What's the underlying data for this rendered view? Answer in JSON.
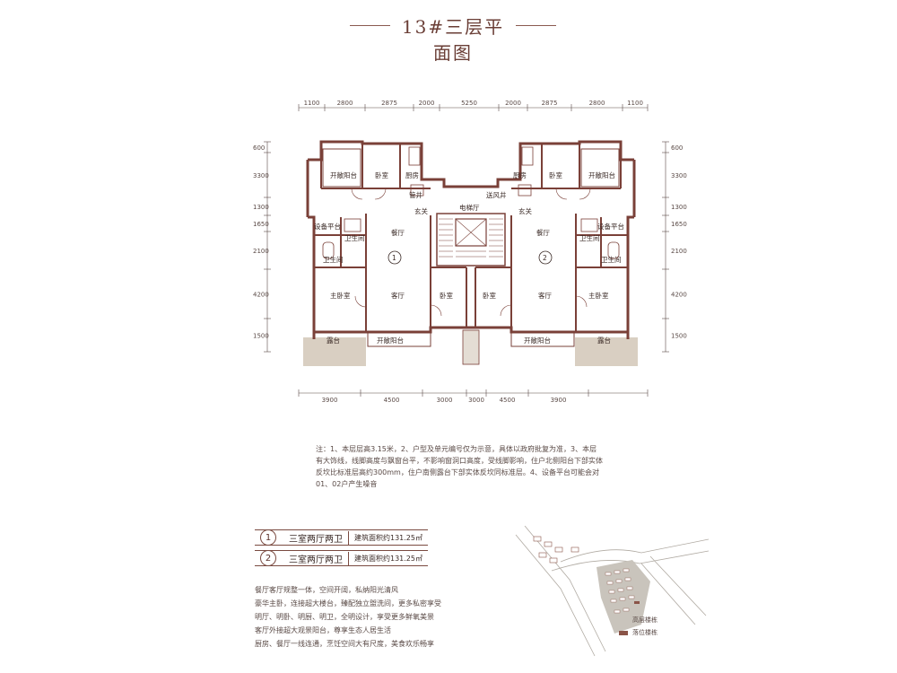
{
  "title": "13#三层平面图",
  "dimensions": {
    "top": [
      "1100",
      "2800",
      "2875",
      "2000",
      "5250",
      "2000",
      "2875",
      "2800",
      "1100"
    ],
    "bottom": [
      "3900",
      "4500",
      "3000",
      "3000",
      "4500",
      "3900"
    ],
    "left": [
      "600",
      "3300",
      "1300",
      "1650",
      "2100",
      "4200",
      "1500"
    ],
    "right": [
      "600",
      "3300",
      "1300",
      "1650",
      "2100",
      "4200",
      "1500"
    ]
  },
  "rooms": {
    "open_balcony": "开敞阳台",
    "bedroom": "卧室",
    "kitchen": "厨房",
    "entrance": "玄关",
    "elevator_hall": "电梯厅",
    "dining": "餐厅",
    "living": "客厅",
    "master": "主卧室",
    "bathroom": "卫生间",
    "equipment": "设备平台",
    "terrace": "露台",
    "pipe": "管井",
    "air_shaft": "送风井"
  },
  "unit_markers": [
    "1",
    "2"
  ],
  "notes": "注：1、本层层高3.15米，2、户型及单元编号仅为示意，具体以政府批复为准，3、本层有大饰线，线脚高度与飘窗台平，不影响窗洞口高度，受线脚影响，住户北侧阳台下部实体反坎比标准层高约300mm，住户南侧露台下部实体反坎同标准层。4、设备平台可能会对01、02户产生噪音",
  "units": [
    {
      "num": "1",
      "type": "三室两厅两卫",
      "area": "建筑面积约131.25㎡"
    },
    {
      "num": "2",
      "type": "三室两厅两卫",
      "area": "建筑面积约131.25㎡"
    }
  ],
  "features": [
    "餐厅客厅规整一体，空间开阔，私纳阳光清风",
    "豪华主卧，连接超大楼台，臻配独立盥洗间，更多私密享受",
    "明厅、明卧、明厨、明卫，全明设计，享受更多鲜氧美景",
    "客厅外接超大观景阳台，尊享生态人居生活",
    "厨房、餐厅一线连通，烹饪空间大有尺度，美食欢乐畅享"
  ],
  "legend": [
    {
      "label": "高层楼栋",
      "color": "#c9c4bc"
    },
    {
      "label": "落位楼栋",
      "color": "#8a5448"
    }
  ],
  "colors": {
    "wall": "#7a4038",
    "accent": "#8a5448",
    "dim": "#5a4a46",
    "terrace": "#d9cfc2"
  }
}
